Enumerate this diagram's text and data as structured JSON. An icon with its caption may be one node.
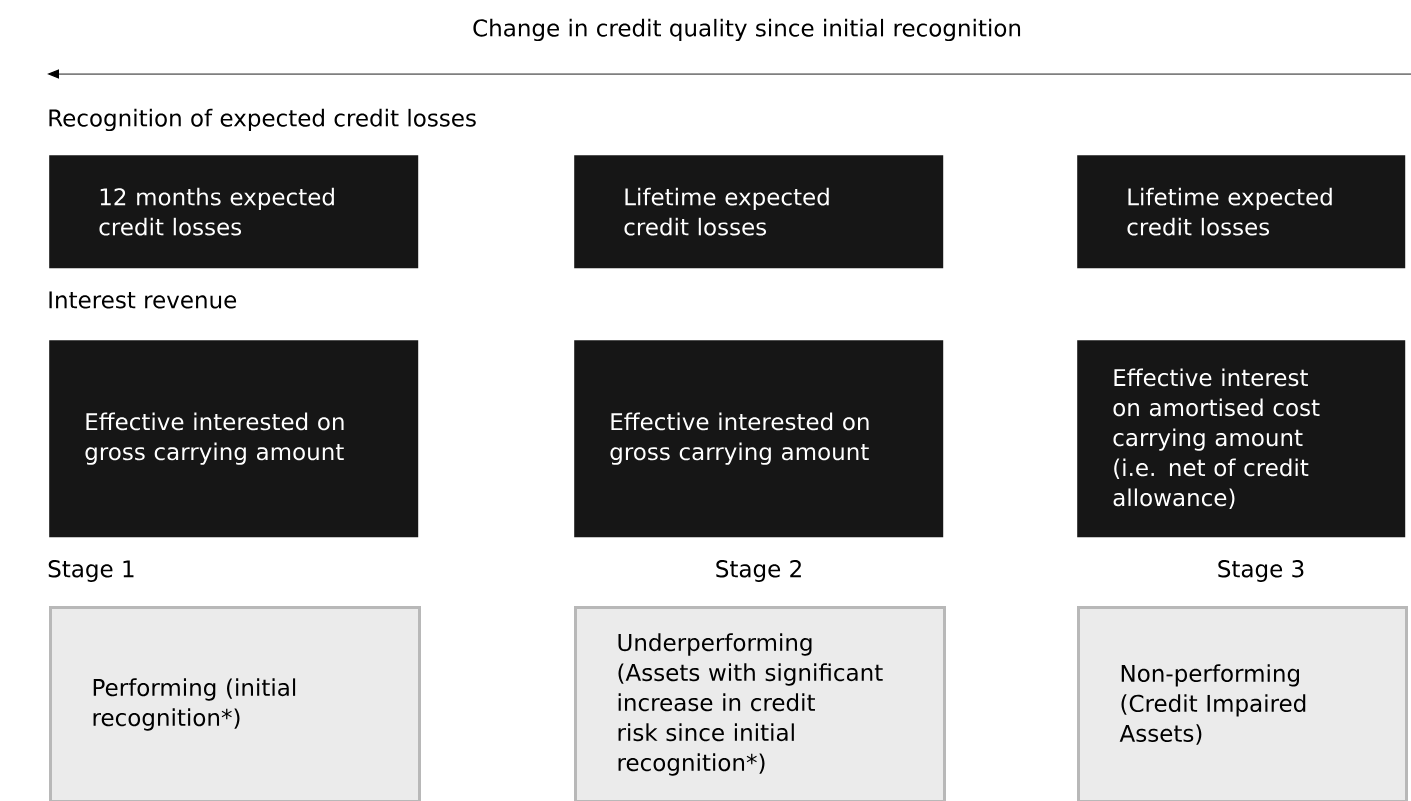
{
  "diagram": {
    "title": "Change in credit quality since initial recognition",
    "nodes": [
      {
        "text": [
          "12 months expected credit losses"
        ]
      },
      {
        "text": [
          "Lifetime expected credit losses"
        ]
      },
      {
        "text": [
          "Lifetime expected credit losses"
        ]
      },
      {
        "text": [
          "Effective interested on gross carrying amount"
        ]
      },
      {
        "text": [
          "Effective interested on gross carrying amount"
        ]
      },
      {
        "text": [
          "Effective interest on amortised cost carrying amount (i.e. net of credit allowance)"
        ]
      },
      {
        "text": [
          "Performing (initial recognition*)"
        ]
      },
      {
        "text": [
          "Underperforming (Assets with significant increase in credit risk since initial recognition*)"
        ]
      },
      {
        "text": [
          "Non-performing (Credit Impaired Assets)"
        ]
      }
    ],
    "edges": [],
    "labels": [
      "Recognition of expected credit losses",
      "Interest revenue",
      "Stage 1",
      "Stage 2",
      "Stage 3"
    ]
  }
}
